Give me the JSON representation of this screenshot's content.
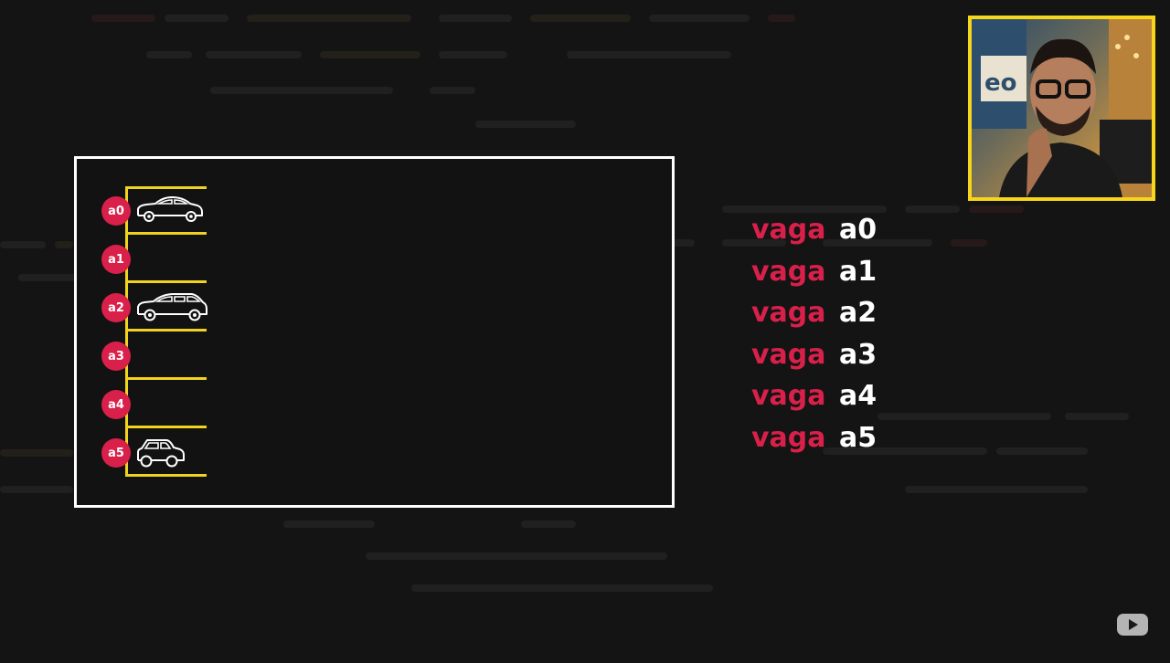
{
  "colors": {
    "background": "#141414",
    "board_border": "#ffffff",
    "slot_lines": "#f1d21f",
    "badge": "#d8204a",
    "keyword": "#d8204a",
    "identifier": "#ffffff",
    "pip_border": "#f6d51a"
  },
  "parking_lot": {
    "slots": [
      {
        "label": "a0",
        "vehicle": "sedan-icon"
      },
      {
        "label": "a1",
        "vehicle": ""
      },
      {
        "label": "a2",
        "vehicle": "hatchback-icon"
      },
      {
        "label": "a3",
        "vehicle": ""
      },
      {
        "label": "a4",
        "vehicle": ""
      },
      {
        "label": "a5",
        "vehicle": "small-car-icon"
      }
    ]
  },
  "variable_list": [
    {
      "keyword": "vaga",
      "name": "a0"
    },
    {
      "keyword": "vaga",
      "name": "a1"
    },
    {
      "keyword": "vaga",
      "name": "a2"
    },
    {
      "keyword": "vaga",
      "name": "a3"
    },
    {
      "keyword": "vaga",
      "name": "a4"
    },
    {
      "keyword": "vaga",
      "name": "a5"
    }
  ],
  "webcam": {
    "icon": "presenter-video"
  },
  "watermark": {
    "icon": "youtube-play-icon"
  }
}
